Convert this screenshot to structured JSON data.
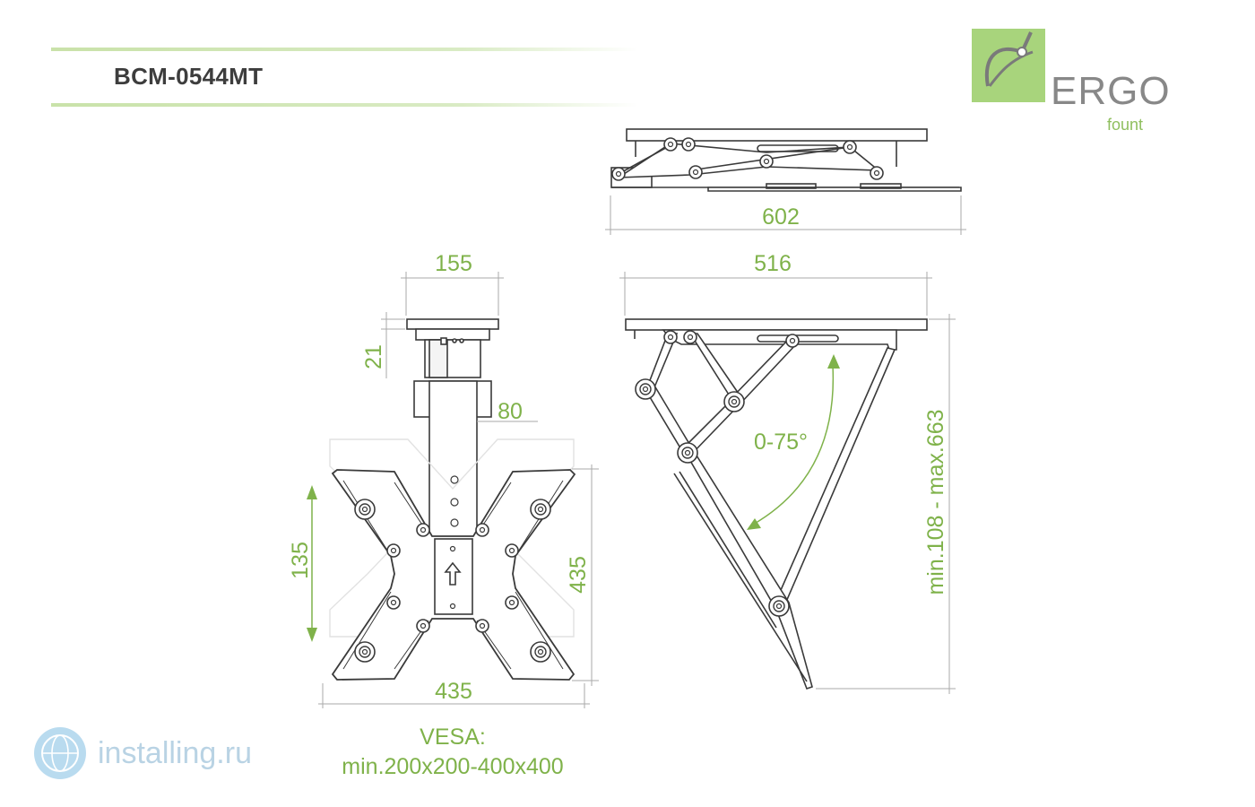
{
  "header": {
    "model": "BCM-0544MT",
    "rule_color": "#c8e0a8"
  },
  "logo": {
    "word": "ERGO",
    "sub": "fount",
    "box_color": "#a8d47c",
    "icon": "bent-arm-logo-icon"
  },
  "dimensions": {
    "side_top_width": "602",
    "plate_width": "155",
    "side_width": "516",
    "plate_height": "21",
    "column_width": "80",
    "vesa_pattern_height": "135",
    "bracket_height": "435",
    "bracket_width": "435",
    "tilt_angle": "0-75°",
    "drop_range": "min.108 - max.663"
  },
  "vesa": {
    "label": "VESA:",
    "range": "min.200x200-400x400"
  },
  "watermark": {
    "text": "installing.ru",
    "icon": "globe-icon"
  },
  "colors": {
    "accent": "#7fb24a",
    "line": "#3a3a3a"
  }
}
